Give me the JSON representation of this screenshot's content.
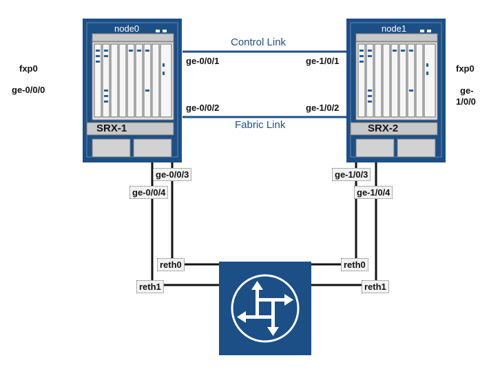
{
  "left_side": {
    "fxp": "fxp0",
    "ge": "ge-0/0/0"
  },
  "right_side": {
    "fxp": "fxp0",
    "ge_line1": "ge-",
    "ge_line2": "1/0/0"
  },
  "devices": [
    {
      "node": "node0",
      "name": "SRX-1"
    },
    {
      "node": "node1",
      "name": "SRX-2"
    }
  ],
  "links": {
    "control": "Control Link",
    "fabric": "Fabric Link"
  },
  "ports": {
    "left_control": "ge-0/0/1",
    "left_fabric": "ge-0/0/2",
    "right_control": "ge-1/0/1",
    "right_fabric": "ge-1/0/2",
    "left_p3": "ge-0/0/3",
    "left_p4": "ge-0/0/4",
    "right_p3": "ge-1/0/3",
    "right_p4": "ge-1/0/4"
  },
  "reth": {
    "left_reth0": "reth0",
    "left_reth1": "reth1",
    "right_reth0": "reth0",
    "right_reth1": "reth1"
  },
  "colors": {
    "device_blue": "#1c4f86",
    "chassis_gray": "#c8c8c8",
    "link_blue": "#1f4f86"
  },
  "router_icon": "router-arrows-icon"
}
